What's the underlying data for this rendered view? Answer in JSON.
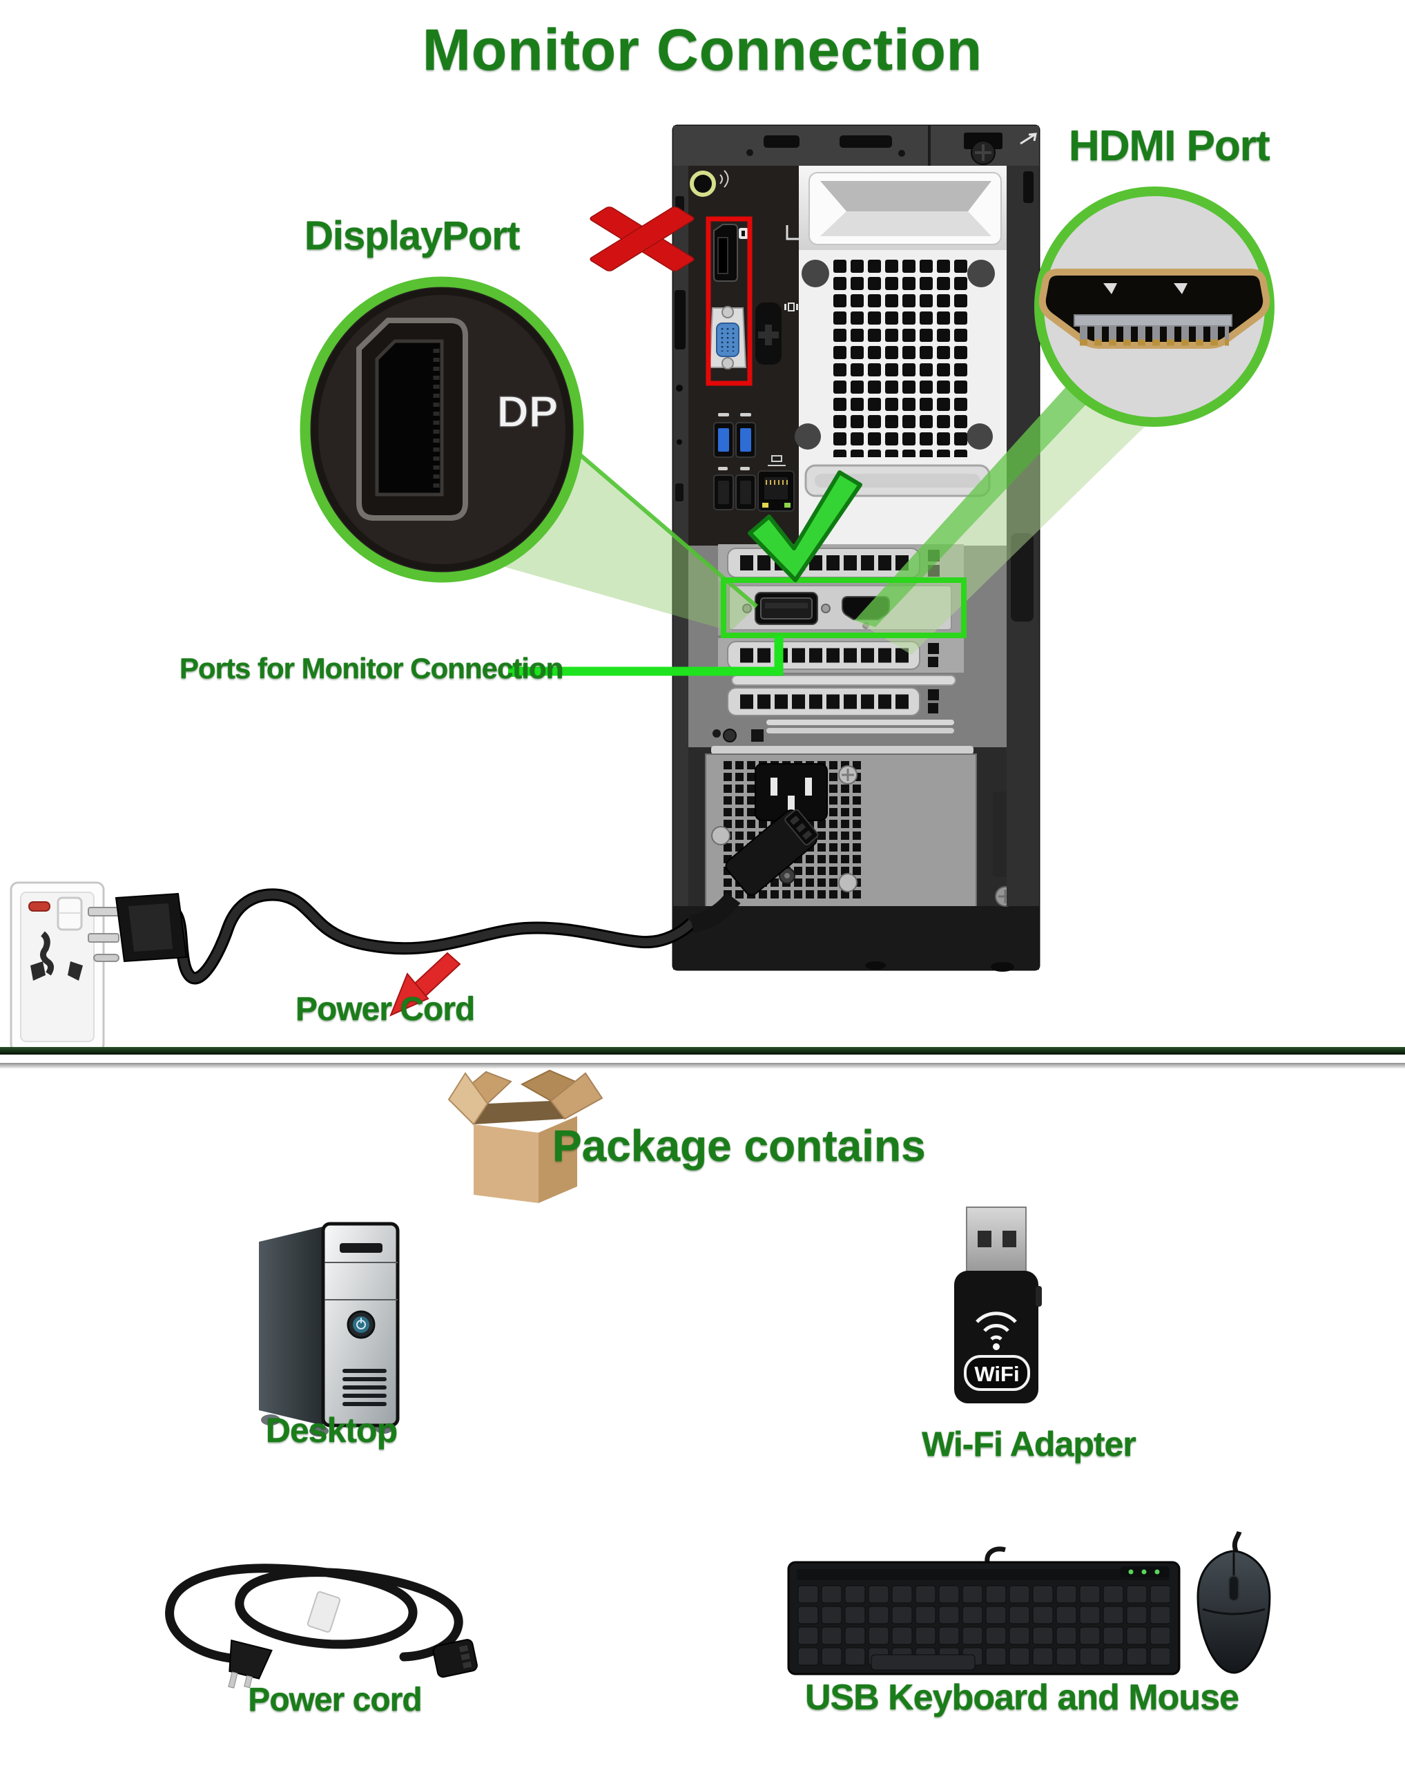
{
  "title": "Monitor Connection",
  "colors": {
    "label_green": "#1a7d1a",
    "ring_green": "#55bd2f",
    "highlight_green": "#2bd61b",
    "callout_green": "#17e017",
    "alert_red": "#d61212"
  },
  "icons": {
    "red_x": "x-mark",
    "green_check": "check-mark",
    "red_arrow": "arrow-down-left",
    "open_box": "open-cardboard-box",
    "wifi_waves": "wifi-signal"
  },
  "hero": {
    "displayport": {
      "label": "DisplayPort",
      "logo": "DP"
    },
    "hdmi": {
      "label": "HDMI Port"
    },
    "ports_callout": "Ports for Monitor Connection",
    "power_cord_callout": "Power Cord"
  },
  "package_section": {
    "heading": "Package contains",
    "items": [
      {
        "id": "desktop",
        "label": "Desktop"
      },
      {
        "id": "wifi-adapter",
        "label": "Wi-Fi Adapter",
        "device_logo": "WiFi"
      },
      {
        "id": "power-cord",
        "label": "Power cord"
      },
      {
        "id": "keyboard-mouse",
        "label": "USB Keyboard and Mouse"
      }
    ]
  }
}
